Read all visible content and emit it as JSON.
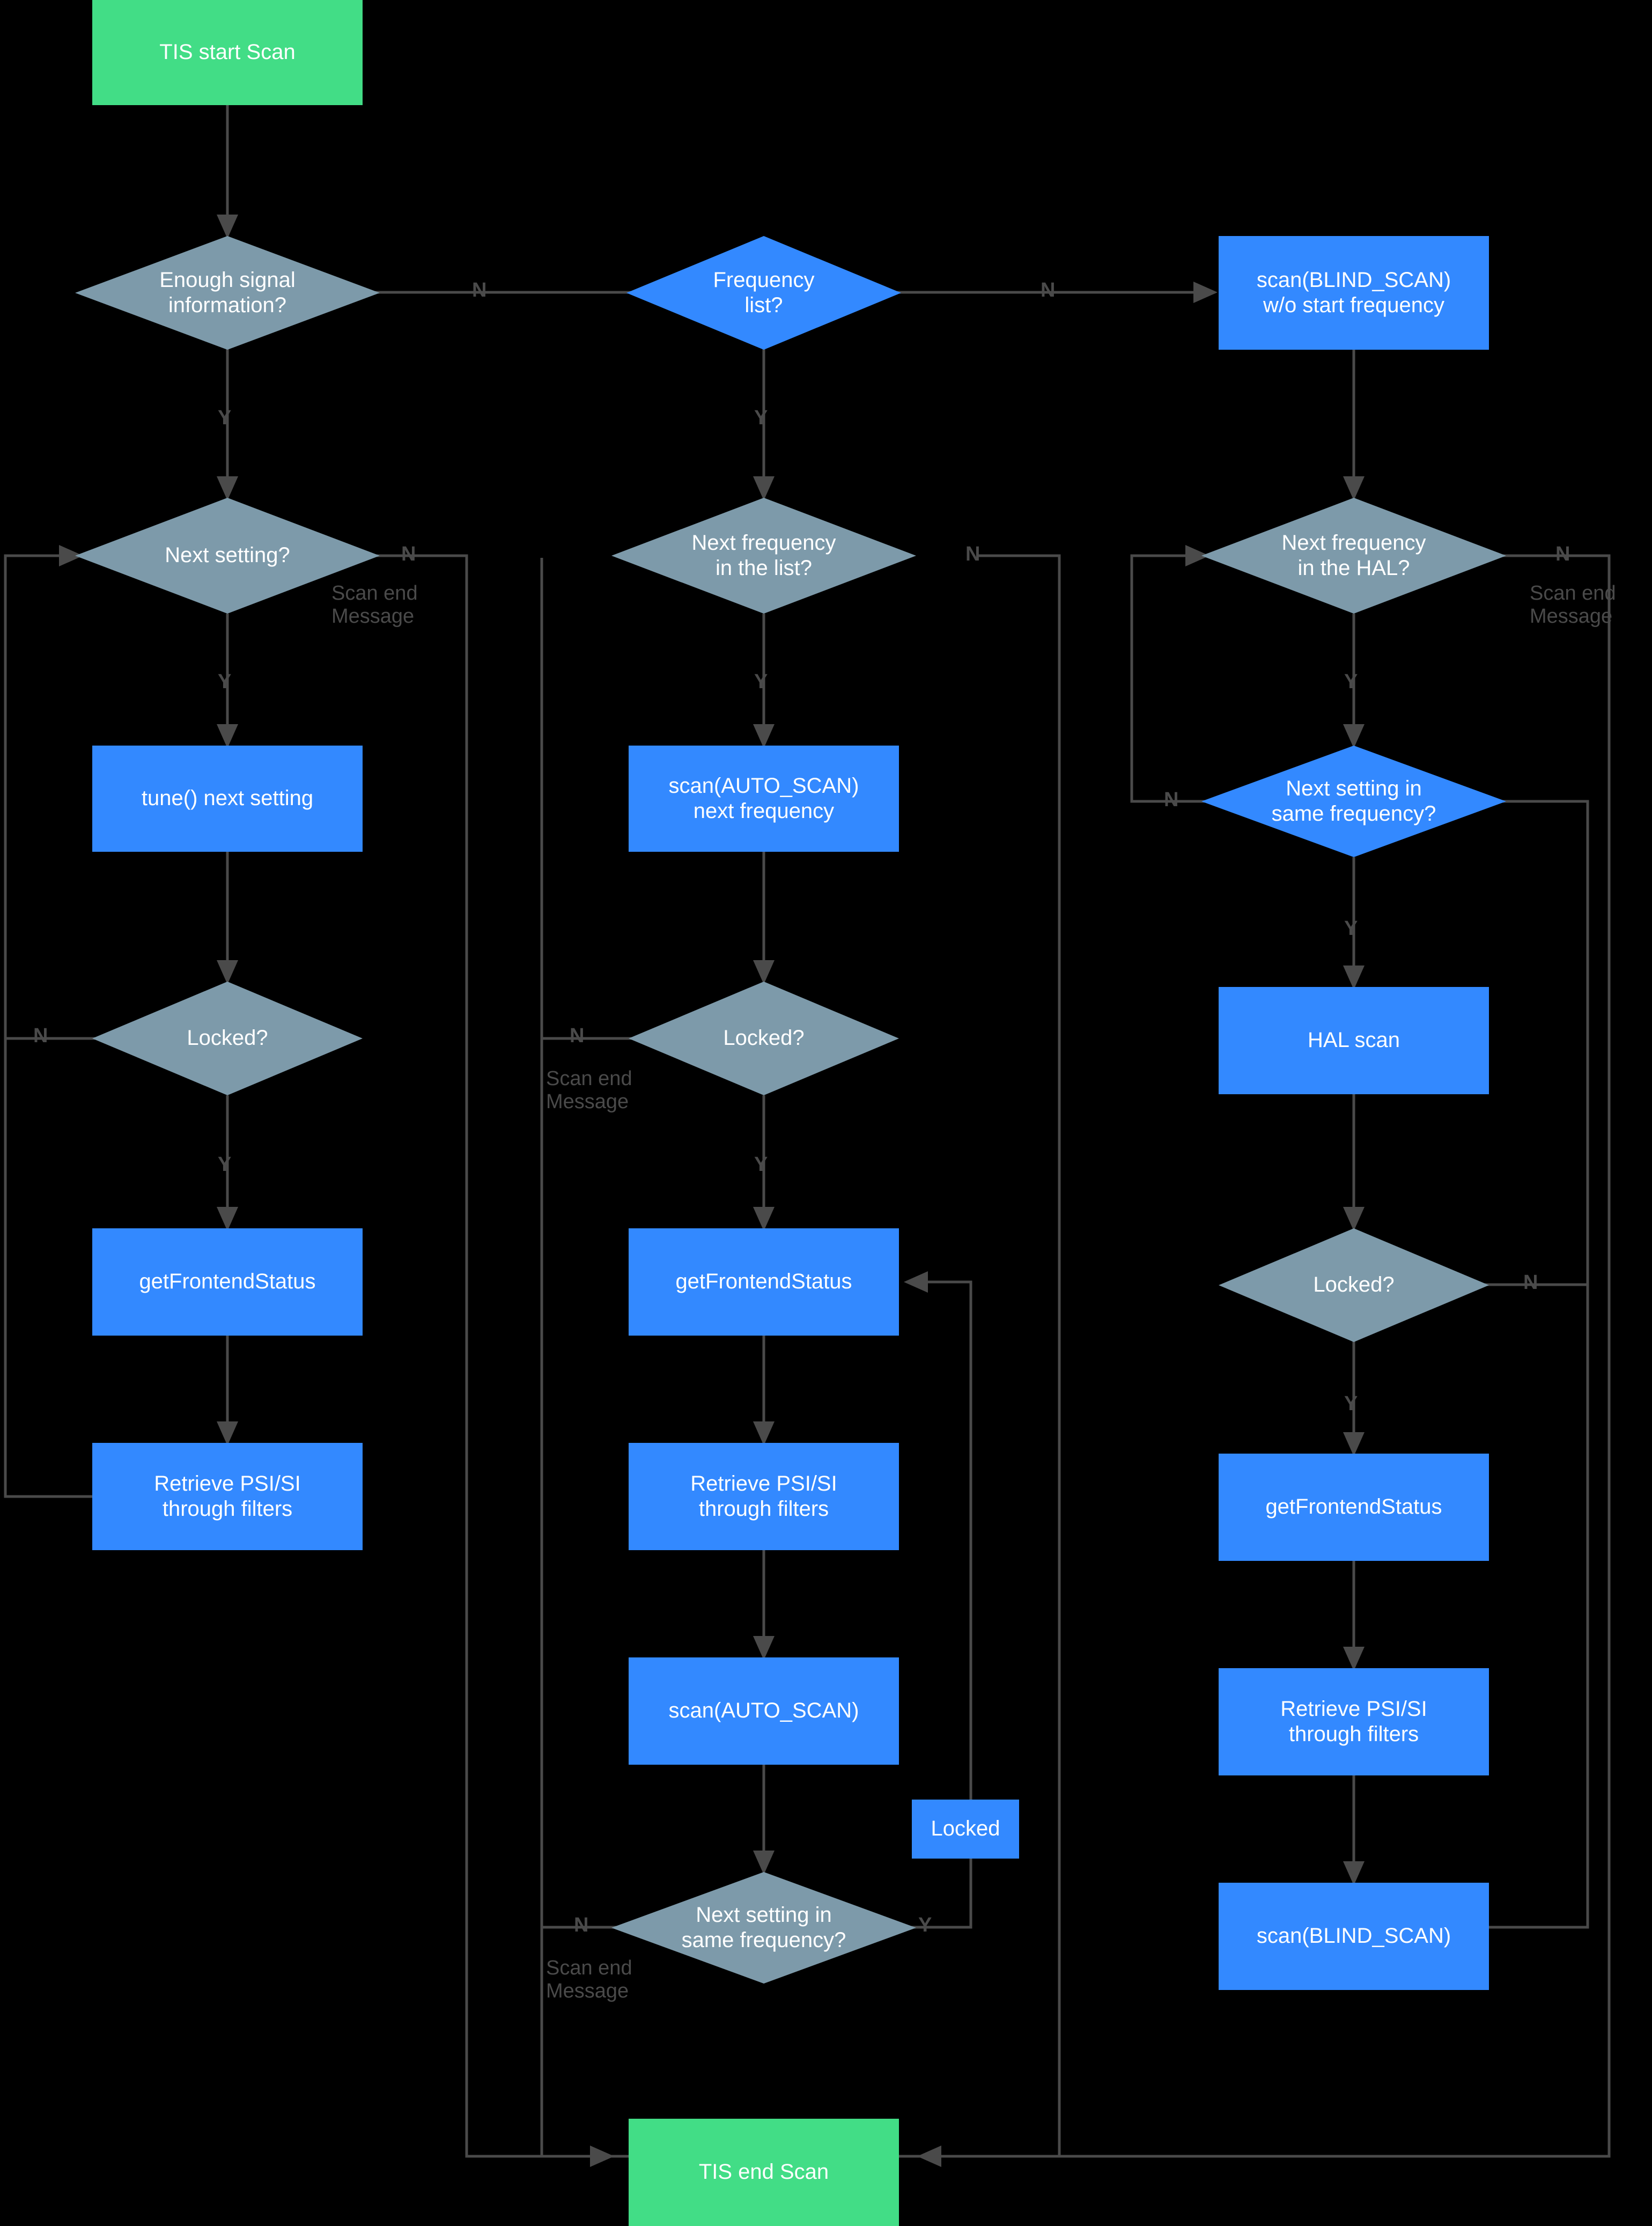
{
  "diagram": {
    "title": "TIS Scan Flowchart",
    "background": "#000000",
    "colors": {
      "terminator": "#42DD86",
      "process": "#3389FF",
      "decision_gray": "#7D9AAA",
      "decision_blue": "#3389FF",
      "connector": "#4a4a4a",
      "label_text": "#4a4a4a",
      "node_text": "#ffffff"
    },
    "nodes": {
      "start": "TIS start Scan",
      "enough_signal": "Enough signal\ninformation?",
      "frequency_list": "Frequency\nlist?",
      "blind_scan_no_start": "scan(BLIND_SCAN)\nw/o start frequency",
      "next_setting": "Next setting?",
      "next_frequency_list": "Next frequency\nin the list?",
      "next_frequency_hal": "Next frequency\nin the HAL?",
      "tune_next_setting": "tune() next setting",
      "scan_auto_next_frequency": "scan(AUTO_SCAN)\nnext frequency",
      "next_setting_same_freq_right": "Next setting in\nsame frequency?",
      "locked_left": "Locked?",
      "locked_mid": "Locked?",
      "hal_scan": "HAL scan",
      "get_frontend_status_left": "getFrontendStatus",
      "get_frontend_status_mid": "getFrontendStatus",
      "locked_right": "Locked?",
      "retrieve_psi_left": "Retrieve PSI/SI\nthrough filters",
      "retrieve_psi_mid": "Retrieve PSI/SI\nthrough filters",
      "get_frontend_status_right": "getFrontendStatus",
      "scan_auto": "scan(AUTO_SCAN)",
      "retrieve_psi_right": "Retrieve PSI/SI\nthrough filters",
      "locked_box": "Locked",
      "next_setting_same_freq_mid": "Next setting in\nsame frequency?",
      "blind_scan": "scan(BLIND_SCAN)",
      "end": "TIS end Scan"
    },
    "edge_labels": {
      "yes": "Y",
      "no": "N"
    },
    "notes": {
      "scan_end_message": "Scan end\nMessage"
    }
  }
}
